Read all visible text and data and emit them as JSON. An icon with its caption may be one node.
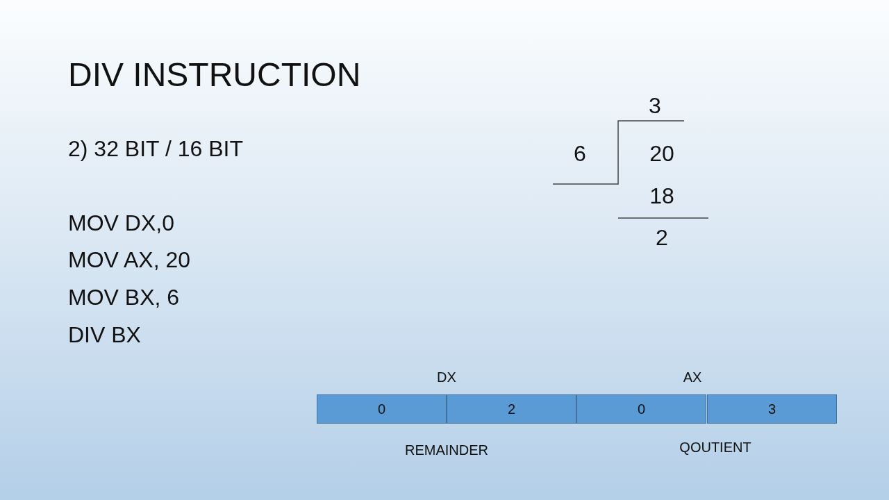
{
  "diagram": {
    "title": "DIV INSTRUCTION",
    "nodes": [
      {
        "text": [
          "0"
        ]
      },
      {
        "text": [
          "2"
        ]
      },
      {
        "text": [
          "0"
        ]
      },
      {
        "text": [
          "3"
        ]
      }
    ],
    "labels": [
      "2) 32 BIT / 16 BIT",
      "MOV DX,0",
      "MOV AX, 20",
      "MOV BX, 6",
      "DIV BX",
      "3",
      "6",
      "20",
      "18",
      "2",
      "DX",
      "AX",
      "REMAINDER",
      "QOUTIENT"
    ]
  }
}
